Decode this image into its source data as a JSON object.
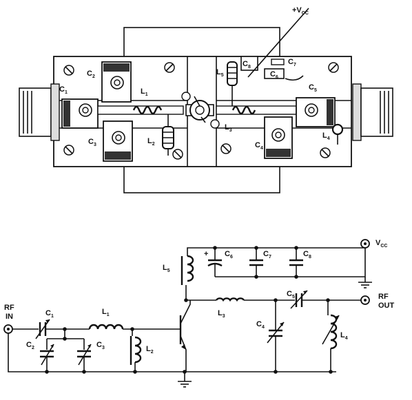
{
  "assembly": {
    "vcc_label": "+V",
    "vcc_sub": "CC",
    "labels": [
      {
        "id": "C1",
        "t": "C",
        "s": "1"
      },
      {
        "id": "C2",
        "t": "C",
        "s": "2"
      },
      {
        "id": "C3",
        "t": "C",
        "s": "3"
      },
      {
        "id": "L1",
        "t": "L",
        "s": "1"
      },
      {
        "id": "L2",
        "t": "L",
        "s": "2"
      },
      {
        "id": "L3",
        "t": "L",
        "s": "3"
      },
      {
        "id": "C4",
        "t": "C",
        "s": "4"
      },
      {
        "id": "L4",
        "t": "L",
        "s": "4"
      },
      {
        "id": "C5",
        "t": "C",
        "s": "5"
      },
      {
        "id": "L5",
        "t": "L",
        "s": "5"
      },
      {
        "id": "C6",
        "t": "C",
        "s": "6"
      },
      {
        "id": "C7",
        "t": "C",
        "s": "7"
      },
      {
        "id": "C8",
        "t": "C",
        "s": "8"
      }
    ]
  },
  "schematic": {
    "rf_in": [
      "RF",
      "IN"
    ],
    "rf_out": [
      "RF",
      "OUT"
    ],
    "vcc_label": "V",
    "vcc_sub": "CC",
    "plus_sign": "+",
    "labels": [
      {
        "id": "C1",
        "t": "C",
        "s": "1"
      },
      {
        "id": "C2",
        "t": "C",
        "s": "2"
      },
      {
        "id": "C3",
        "t": "C",
        "s": "3"
      },
      {
        "id": "L1",
        "t": "L",
        "s": "1"
      },
      {
        "id": "L2",
        "t": "L",
        "s": "2"
      },
      {
        "id": "L3",
        "t": "L",
        "s": "3"
      },
      {
        "id": "L5",
        "t": "L",
        "s": "5"
      },
      {
        "id": "C4",
        "t": "C",
        "s": "4"
      },
      {
        "id": "C5",
        "t": "C",
        "s": "5"
      },
      {
        "id": "L4",
        "t": "L",
        "s": "4"
      },
      {
        "id": "C6",
        "t": "C",
        "s": "6"
      },
      {
        "id": "C7",
        "t": "C",
        "s": "7"
      },
      {
        "id": "C8",
        "t": "C",
        "s": "8"
      }
    ]
  }
}
